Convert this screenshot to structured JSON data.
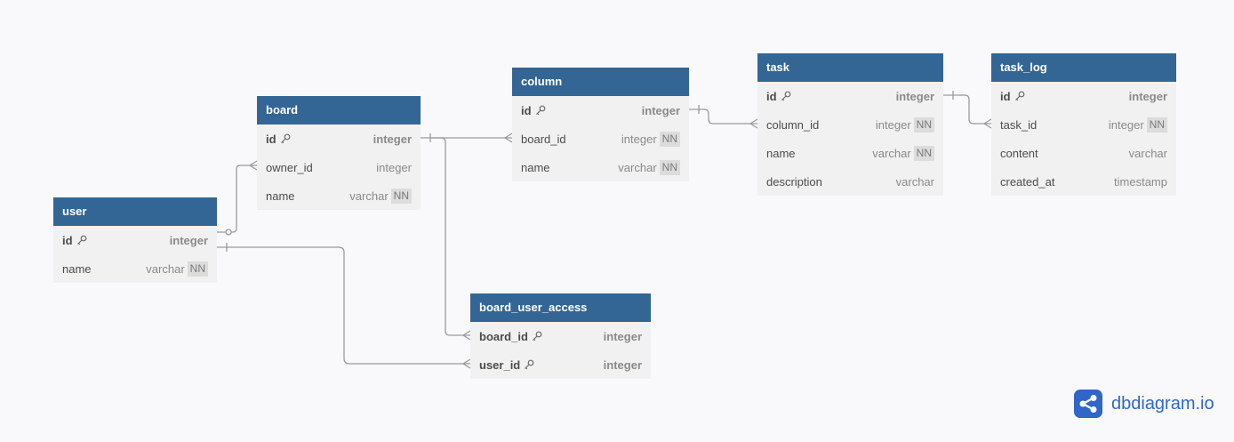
{
  "tables": {
    "user": {
      "name": "user",
      "fields": [
        {
          "name": "id",
          "type": "integer",
          "pk": true,
          "nn": ""
        },
        {
          "name": "name",
          "type": "varchar",
          "pk": false,
          "nn": "NN"
        }
      ]
    },
    "board": {
      "name": "board",
      "fields": [
        {
          "name": "id",
          "type": "integer",
          "pk": true,
          "nn": ""
        },
        {
          "name": "owner_id",
          "type": "integer",
          "pk": false,
          "nn": ""
        },
        {
          "name": "name",
          "type": "varchar",
          "pk": false,
          "nn": "NN"
        }
      ]
    },
    "column": {
      "name": "column",
      "fields": [
        {
          "name": "id",
          "type": "integer",
          "pk": true,
          "nn": ""
        },
        {
          "name": "board_id",
          "type": "integer",
          "pk": false,
          "nn": "NN"
        },
        {
          "name": "name",
          "type": "varchar",
          "pk": false,
          "nn": "NN"
        }
      ]
    },
    "task": {
      "name": "task",
      "fields": [
        {
          "name": "id",
          "type": "integer",
          "pk": true,
          "nn": ""
        },
        {
          "name": "column_id",
          "type": "integer",
          "pk": false,
          "nn": "NN"
        },
        {
          "name": "name",
          "type": "varchar",
          "pk": false,
          "nn": "NN"
        },
        {
          "name": "description",
          "type": "varchar",
          "pk": false,
          "nn": ""
        }
      ]
    },
    "task_log": {
      "name": "task_log",
      "fields": [
        {
          "name": "id",
          "type": "integer",
          "pk": true,
          "nn": ""
        },
        {
          "name": "task_id",
          "type": "integer",
          "pk": false,
          "nn": "NN"
        },
        {
          "name": "content",
          "type": "varchar",
          "pk": false,
          "nn": ""
        },
        {
          "name": "created_at",
          "type": "timestamp",
          "pk": false,
          "nn": ""
        }
      ]
    },
    "board_user_access": {
      "name": "board_user_access",
      "fields": [
        {
          "name": "board_id",
          "type": "integer",
          "pk": true,
          "nn": ""
        },
        {
          "name": "user_id",
          "type": "integer",
          "pk": true,
          "nn": ""
        }
      ]
    }
  },
  "relationships": [
    {
      "from": "board.owner_id",
      "to": "user.id",
      "kind": "many-to-one (optional)"
    },
    {
      "from": "column.board_id",
      "to": "board.id",
      "kind": "many-to-one"
    },
    {
      "from": "task.column_id",
      "to": "column.id",
      "kind": "many-to-one"
    },
    {
      "from": "task_log.task_id",
      "to": "task.id",
      "kind": "many-to-one"
    },
    {
      "from": "board_user_access.board_id",
      "to": "board.id",
      "kind": "many-to-one"
    },
    {
      "from": "board_user_access.user_id",
      "to": "user.id",
      "kind": "many-to-one"
    }
  ],
  "brand": {
    "name": "dbdiagram.io",
    "color": "#2f66c8"
  },
  "colors": {
    "header": "#336694",
    "body": "#f1f1f2",
    "line": "#9a9a9a",
    "background": "#f9f9fb"
  }
}
